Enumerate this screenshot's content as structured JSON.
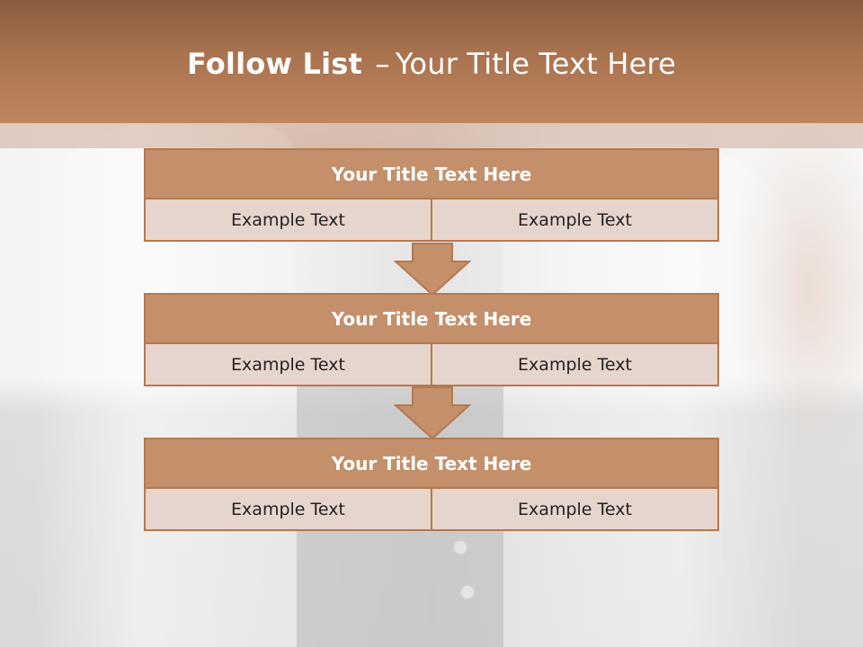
{
  "header": {
    "title_bold": "Follow List",
    "title_separator": "–",
    "title_rest": "Your Title Text Here"
  },
  "blocks": [
    {
      "title": "Your Title Text Here",
      "cells": [
        "Example Text",
        "Example Text"
      ]
    },
    {
      "title": "Your Title Text Here",
      "cells": [
        "Example Text",
        "Example Text"
      ]
    },
    {
      "title": "Your Title Text Here",
      "cells": [
        "Example Text",
        "Example Text"
      ]
    }
  ],
  "colors": {
    "header_dark": "#8a5d3f",
    "header_light": "#bf8560",
    "block_title_fill": "#c4906b",
    "block_cell_fill": "#e6d5cc",
    "border": "#b6784f"
  },
  "icons": [
    "down-arrow-icon",
    "down-arrow-icon"
  ]
}
